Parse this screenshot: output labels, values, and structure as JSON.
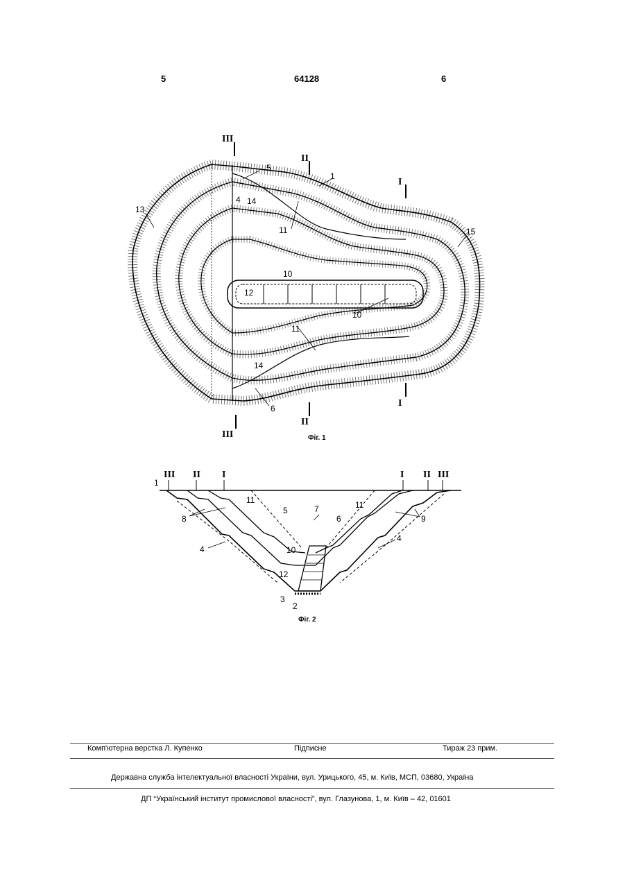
{
  "header": {
    "left_page": "5",
    "patent_number": "64128",
    "right_page": "6"
  },
  "figure1": {
    "caption": "Фіг. 1",
    "labels": {
      "n1": "1",
      "n5": "5",
      "n4": "4",
      "n6": "6",
      "n11a": "11",
      "n11b": "11",
      "n10a": "10",
      "n10b": "10",
      "n12": "12",
      "n13": "13",
      "n14a": "14",
      "n14b": "14",
      "n15": "15"
    },
    "sections": {
      "s1a": "I",
      "s1b": "I",
      "s2a": "II",
      "s2b": "II",
      "s3a": "III",
      "s3b": "III"
    }
  },
  "figure2": {
    "caption": "Фіг. 2",
    "labels": {
      "n1": "1",
      "n2": "2",
      "n3": "3",
      "n4a": "4",
      "n4b": "4",
      "n5": "5",
      "n6": "6",
      "n7": "7",
      "n8": "8",
      "n9": "9",
      "n10": "10",
      "n11a": "11",
      "n11b": "11",
      "n12": "12"
    },
    "sections": {
      "l3": "III",
      "l2": "II",
      "l1": "I",
      "r1": "I",
      "r2": "II",
      "r3": "III"
    }
  },
  "footer": {
    "typesetting": "Комп'ютерна верстка Л. Купенко",
    "signed": "Підписне",
    "circulation": "Тираж 23 прим.",
    "agency": "Державна служба інтелектуальної власності України, вул. Урицького, 45, м. Київ, МСП, 03680, Україна",
    "institute": "ДП “Український інститут промислової власності”, вул. Глазунова, 1, м. Київ – 42, 01601"
  }
}
